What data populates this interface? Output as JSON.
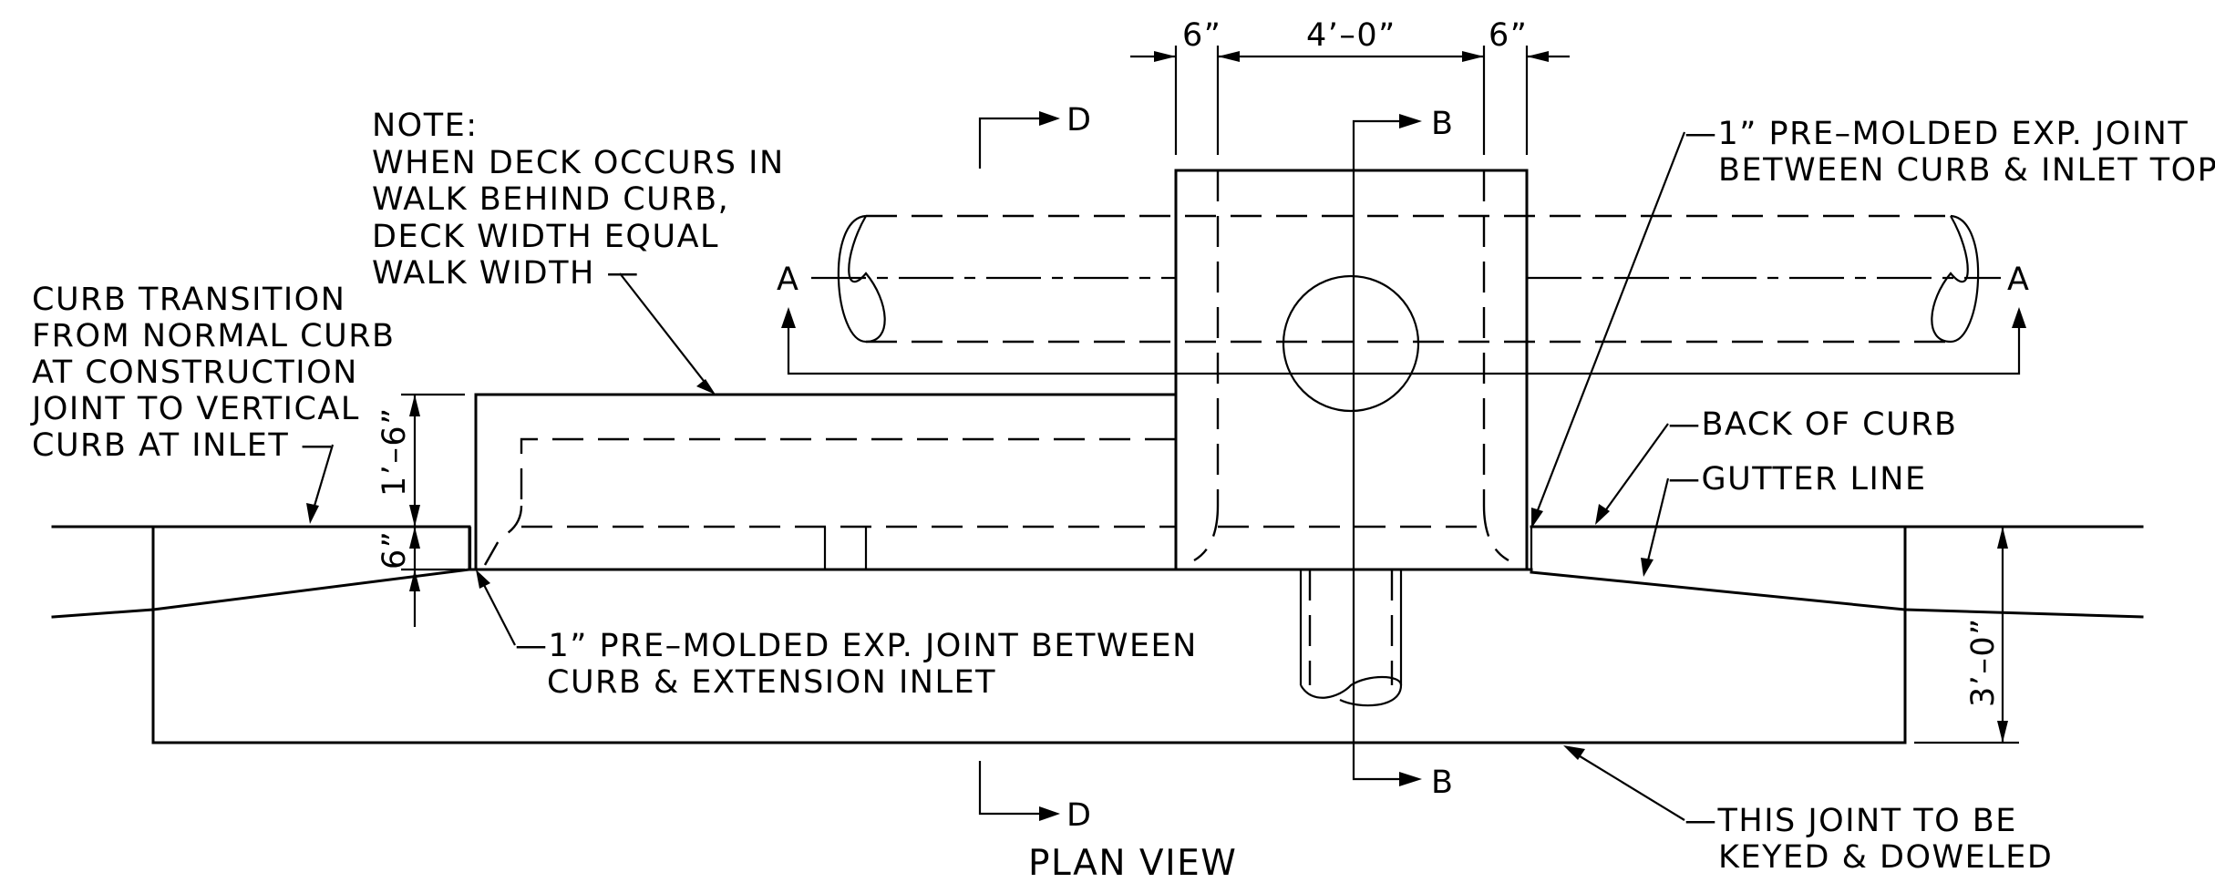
{
  "dimensions": {
    "dim_6_left": "6”",
    "dim_4_0": "4’–0”",
    "dim_6_right": "6”",
    "dim_1_6": "1’–6”",
    "dim_6_vert": "6”",
    "dim_3_0": "3’–0”"
  },
  "section_marks": {
    "d_top": "D",
    "d_bottom": "D",
    "b_top": "B",
    "b_bottom": "B",
    "a_left": "A",
    "a_right": "A"
  },
  "notes": {
    "deck_note": [
      "NOTE:",
      "WHEN DECK OCCURS IN",
      "WALK BEHIND CURB,",
      "DECK WIDTH EQUAL",
      "WALK WIDTH —"
    ],
    "curb_transition": [
      "CURB TRANSITION",
      "FROM NORMAL CURB",
      "AT CONSTRUCTION",
      "JOINT TO VERTICAL",
      "CURB AT INLET —"
    ],
    "joint_top": [
      "—1” PRE–MOLDED EXP. JOINT",
      "BETWEEN CURB & INLET TOP"
    ],
    "joint_extension": [
      "—1” PRE–MOLDED EXP. JOINT BETWEEN",
      "CURB & EXTENSION INLET"
    ],
    "back_of_curb": "—BACK OF CURB",
    "gutter_line": "—GUTTER LINE",
    "keyed_joint": [
      "—THIS JOINT TO BE",
      "KEYED & DOWELED"
    ]
  },
  "view_title": "PLAN VIEW"
}
